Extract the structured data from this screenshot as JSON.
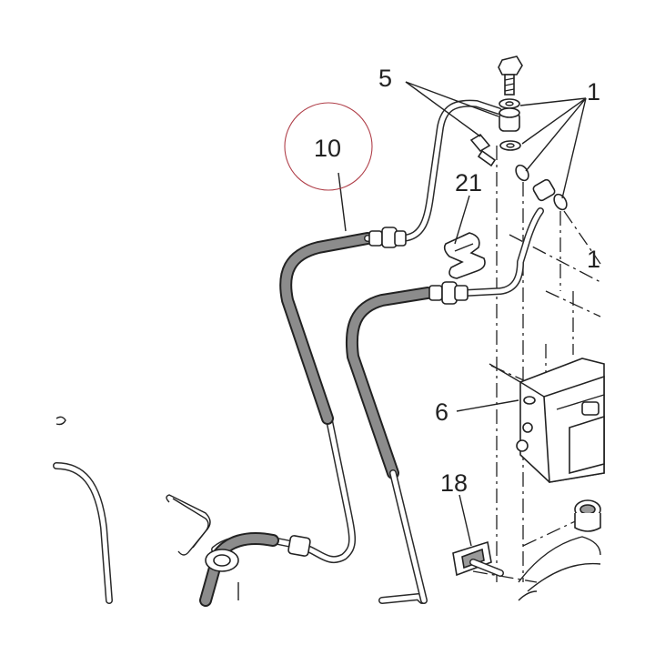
{
  "callouts": {
    "c5": "5",
    "c1a": "1",
    "c10": "10",
    "c21": "21",
    "c1b": "1",
    "c6": "6",
    "c18": "18"
  },
  "colors": {
    "highlight_circle": "#b0404a",
    "hose_fill": "#8c8c8c",
    "line": "#222222"
  }
}
